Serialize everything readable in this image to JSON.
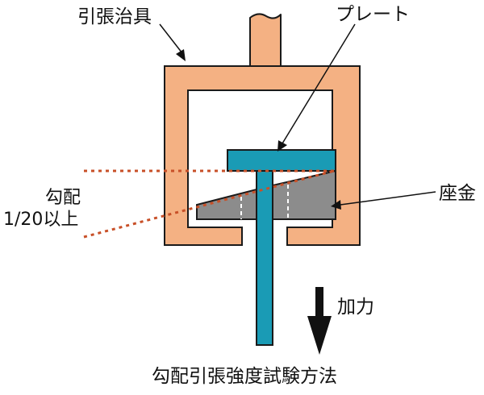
{
  "labels": {
    "tension_jig": "引張治具",
    "plate": "プレート",
    "slope_line1": "勾配",
    "slope_line2": "1/20以上",
    "seat": "座金",
    "force": "加力",
    "caption": "勾配引張強度試験方法"
  },
  "colors": {
    "jig": "#F4B183",
    "plate": "#1A9BB5",
    "seat": "#8C8C8C",
    "dotted": "#C85028",
    "outline": "#1A1A1A",
    "arrow": "#111111"
  }
}
